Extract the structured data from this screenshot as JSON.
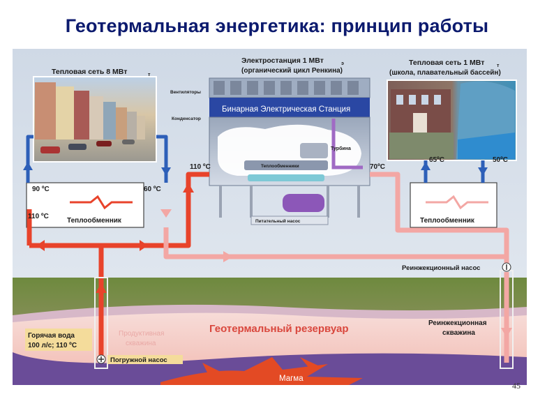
{
  "slide": {
    "title": "Геотермальная энергетика: принцип работы",
    "page_number": "45"
  },
  "left_network": {
    "title": "Тепловая сеть  8 МВт",
    "title_sub": "т",
    "temp_supply": "90 ºC",
    "temp_return": "60 ºC",
    "temp_in": "110 ºC",
    "exchanger": "Теплообменник"
  },
  "power_station": {
    "title_line1": "Электростанция  1 МВт",
    "title_sub": "э",
    "title_line2": "(органический цикл Ренкина)",
    "banner": "Бинарная Электрическая Станция",
    "fans": "Вентиляторы",
    "condenser": "Конденсатор",
    "turbine": "Турбина",
    "heat_exchangers": "Теплообменники",
    "feed_pump": "Питательный насос",
    "temp_in": "110 ºC",
    "temp_out": "70ºC"
  },
  "right_network": {
    "title_line1": "Тепловая сеть  1 МВт",
    "title_sub": "т",
    "title_line2": "(школа, плавательный бассейн)",
    "temp_supply": "65ºC",
    "temp_return": "50ºC",
    "exchanger": "Теплообменник"
  },
  "underground": {
    "reinjection_pump": "Реинжекционный насос",
    "reinjection_well_line1": "Реинжекционная",
    "reinjection_well_line2": "скважина",
    "reservoir": "Геотермальный резервуар",
    "production_well_line1": "Продуктивная",
    "production_well_line2": "скважина",
    "hot_water_line1": "Горячая вода",
    "hot_water_line2": "100 л/с; 110 ºC",
    "submersible_pump": "Погружной насос",
    "magma": "Магма"
  },
  "colors": {
    "hot": "#e8432b",
    "warm": "#f3a7a4",
    "cold": "#2d5fb8",
    "title": "#0c1a6e"
  }
}
